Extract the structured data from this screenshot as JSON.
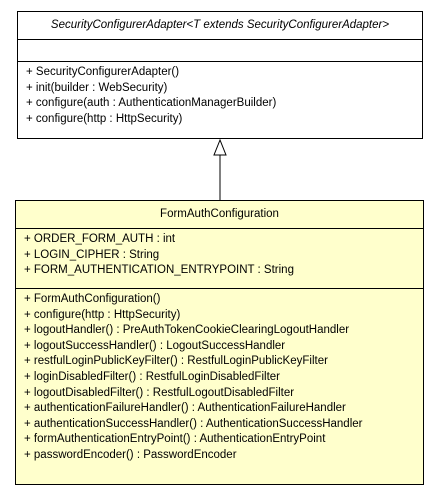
{
  "parent": {
    "name": "SecurityConfigurerAdapter<T extends SecurityConfigurerAdapter>",
    "operations": [
      "+ SecurityConfigurerAdapter()",
      "+ init(builder : WebSecurity)",
      "+ configure(auth : AuthenticationManagerBuilder)",
      "+ configure(http : HttpSecurity)"
    ]
  },
  "child": {
    "name": "FormAuthConfiguration",
    "attributes": [
      "+ ORDER_FORM_AUTH : int",
      "+ LOGIN_CIPHER : String",
      "+ FORM_AUTHENTICATION_ENTRYPOINT : String"
    ],
    "operations": [
      "+ FormAuthConfiguration()",
      "+ configure(http : HttpSecurity)",
      "+ logoutHandler() : PreAuthTokenCookieClearingLogoutHandler",
      "+ logoutSuccessHandler() : LogoutSuccessHandler",
      "+ restfulLoginPublicKeyFilter() : RestfulLoginPublicKeyFilter",
      "+ loginDisabledFilter() : RestfulLoginDisabledFilter",
      "+ logoutDisabledFilter() : RestfulLogoutDisabledFilter",
      "+ authenticationFailureHandler() : AuthenticationFailureHandler",
      "+ authenticationSuccessHandler() : AuthenticationSuccessHandler",
      "+ formAuthenticationEntryPoint() : AuthenticationEntryPoint",
      "+ passwordEncoder() : PasswordEncoder"
    ]
  },
  "colors": {
    "child_fill": "#ffffcc",
    "parent_fill": "#ffffff",
    "stroke": "#000000"
  }
}
